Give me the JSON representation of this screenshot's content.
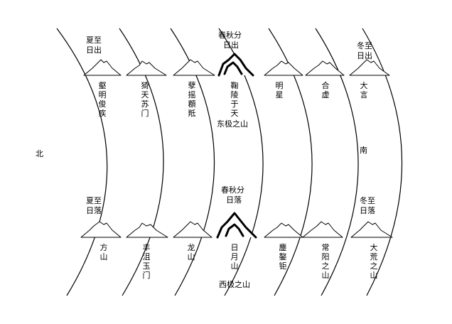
{
  "direction": {
    "north": "北",
    "south": "南"
  },
  "equinox_sunrise": {
    "line1": "春秋分",
    "line2": "日出"
  },
  "equinox_sunset": {
    "line1": "春秋分",
    "line2": "日落"
  },
  "summer_sunrise": {
    "line1": "夏至",
    "line2": "日出"
  },
  "summer_sunset": {
    "line1": "夏至",
    "line2": "日落"
  },
  "winter_sunrise": {
    "line1": "冬至",
    "line2": "日出"
  },
  "winter_sunset": {
    "line1": "冬至",
    "line2": "日落"
  },
  "east_pole": "东极之山",
  "west_pole": "西极之山",
  "sunrise_mountains": [
    "壑明俊疾",
    "猗天苏门",
    "孽摇頵羝",
    "鞠陵于天",
    "明星",
    "合虚",
    "大言"
  ],
  "sunset_mountains": [
    "方山",
    "丰沮玉门",
    "龙山",
    "日月山",
    "鏖鏊钜",
    "常阳之山",
    "大荒之山"
  ]
}
